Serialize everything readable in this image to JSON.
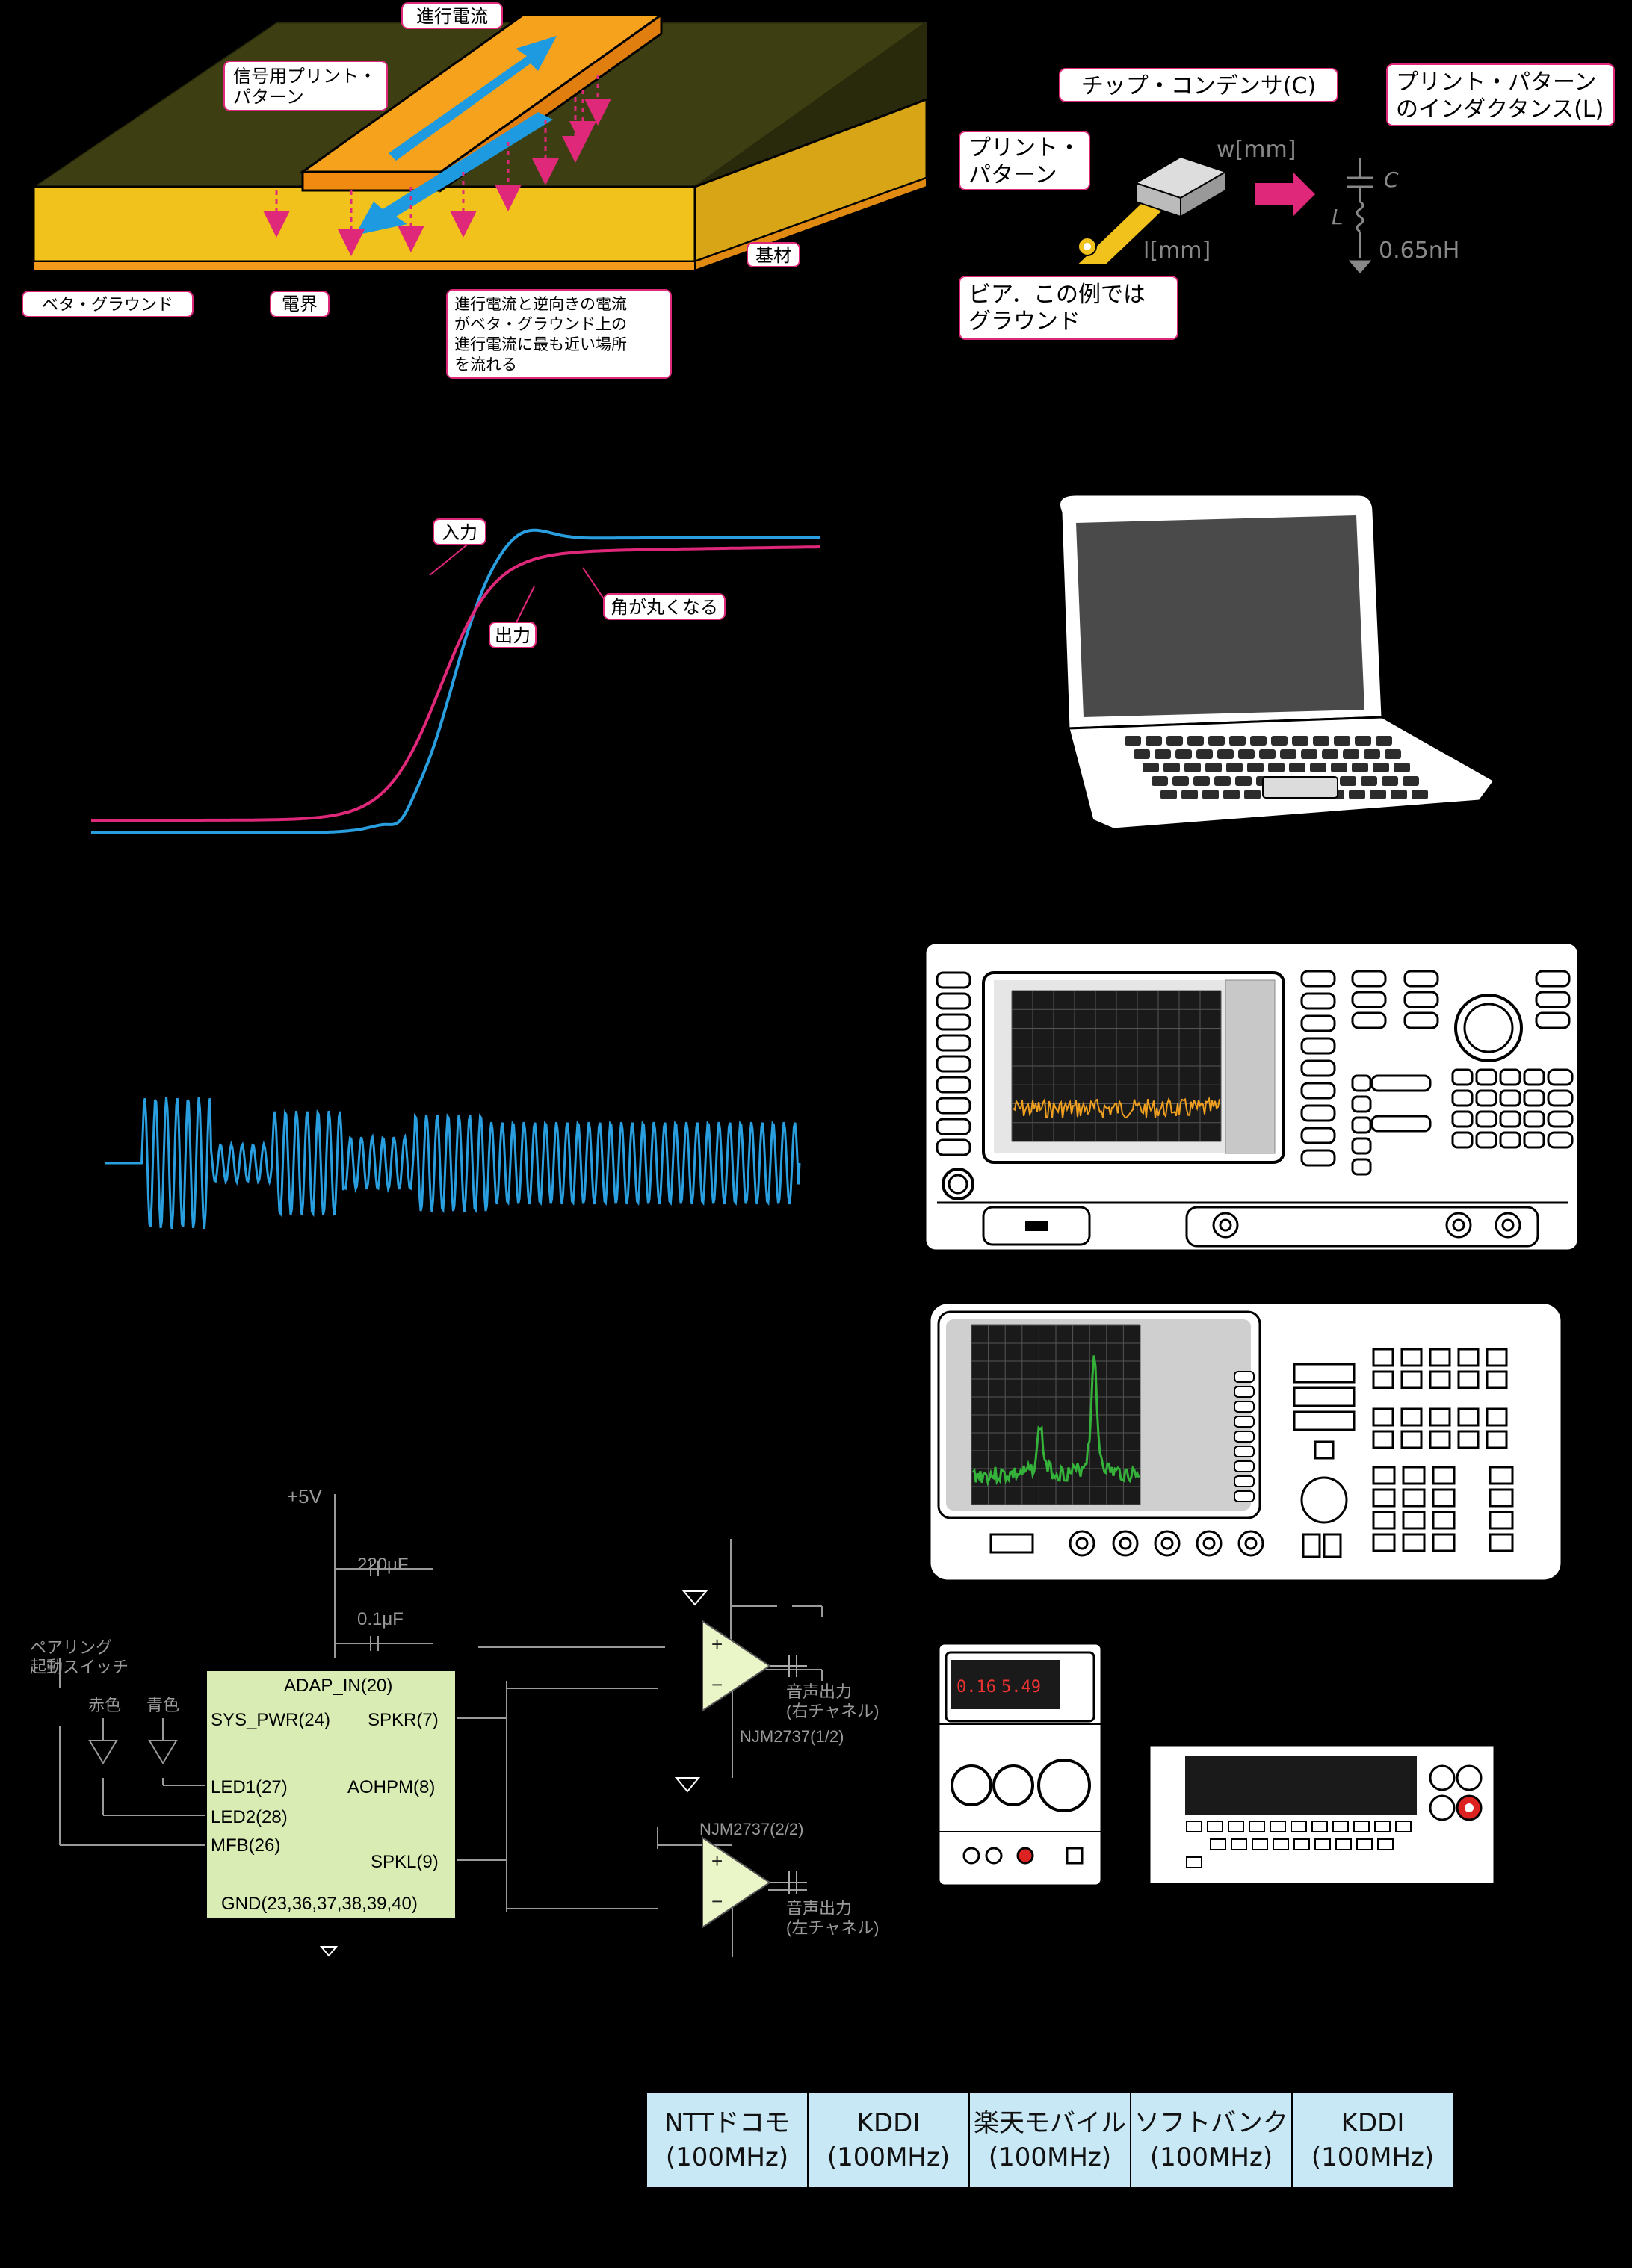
{
  "fig1": {
    "labels": {
      "signal_current": "進行電流",
      "signal_pattern_1": "信号用プリント・",
      "signal_pattern_2": "パターン",
      "substrate": "基材",
      "ground": "ベタ・グラウンド",
      "efield": "電界",
      "return_1": "進行電流と逆向きの電流",
      "return_2": "がベタ・グラウンド上の",
      "return_3": "進行電流に最も近い場所",
      "return_4": "を流れる"
    }
  },
  "fig2": {
    "labels": {
      "chip_cap": "チップ・コンデンサ(C)",
      "pattern_1": "プリント・",
      "pattern_2": "パターン",
      "width": "w[mm]",
      "length": "l[mm]",
      "via_1": "ビア．この例では",
      "via_2": "グラウンド",
      "inductance_1": "プリント・パターン",
      "inductance_2": "のインダクタンス(L)",
      "c": "C",
      "l": "L",
      "value": "0.65nH"
    }
  },
  "fig3": {
    "labels": {
      "input": "入力",
      "output": "出力",
      "rounded": "角が丸くなる"
    },
    "colors": {
      "input": "#2a9fe0",
      "output": "#e0287a"
    }
  },
  "fig4": {
    "colors": {
      "wave": "#2a9fe0"
    }
  },
  "instruments": {
    "spectrum1_trace": "#f0a020",
    "spectrum2_trace": "#35b23a",
    "psu_readout_1": "0.16",
    "psu_readout_2": "5.49"
  },
  "schematic": {
    "supply": "+5V",
    "cap1": "220μF",
    "cap2": "0.1μF",
    "pairing_1": "ペアリング",
    "pairing_2": "起動スイッチ",
    "led_red": "赤色",
    "led_blue": "青色",
    "pins": {
      "adap": "ADAP_IN(20)",
      "sys": "SYS_PWR(24)",
      "spkr": "SPKR(7)",
      "led1": "LED1(27)",
      "led2": "LED2(28)",
      "aohpm": "AOHPM(8)",
      "mfb": "MFB(26)",
      "spkl": "SPKL(9)",
      "gnd": "GND(23,36,37,38,39,40)"
    },
    "opamp1": "NJM2737(1/2)",
    "opamp2": "NJM2737(2/2)",
    "out_r_1": "音声出力",
    "out_r_2": "(右チャネル)",
    "out_l_1": "音声出力",
    "out_l_2": "(左チャネル)"
  },
  "carriers": [
    {
      "name": "NTTドコモ",
      "band": "(100MHz)"
    },
    {
      "name": "KDDI",
      "band": "(100MHz)"
    },
    {
      "name": "楽天モバイル",
      "band": "(100MHz)"
    },
    {
      "name": "ソフトバンク",
      "band": "(100MHz)"
    },
    {
      "name": "KDDI",
      "band": "(100MHz)"
    }
  ]
}
